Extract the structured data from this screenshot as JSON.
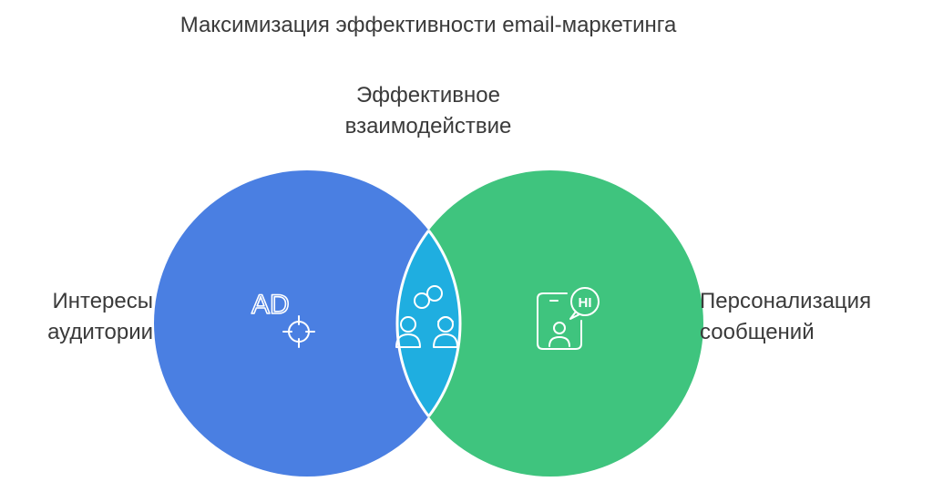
{
  "title": "Максимизация эффективности email-маркетинга",
  "sets": {
    "left": {
      "label_line1": "Интересы",
      "label_line2": "аудитории",
      "icon": "ad-target-icon",
      "color": "#4A7FE2"
    },
    "right": {
      "label_line1": "Персонализация",
      "label_line2": "сообщений",
      "icon": "phone-chat-hi-icon",
      "color": "#3FC47E"
    },
    "intersection": {
      "label_line1": "Эффективное",
      "label_line2": "взаимодействие",
      "icon": "linked-people-icon",
      "color": "#1FAEE0"
    }
  },
  "icon_text": {
    "left": "AD",
    "right": "HI"
  }
}
